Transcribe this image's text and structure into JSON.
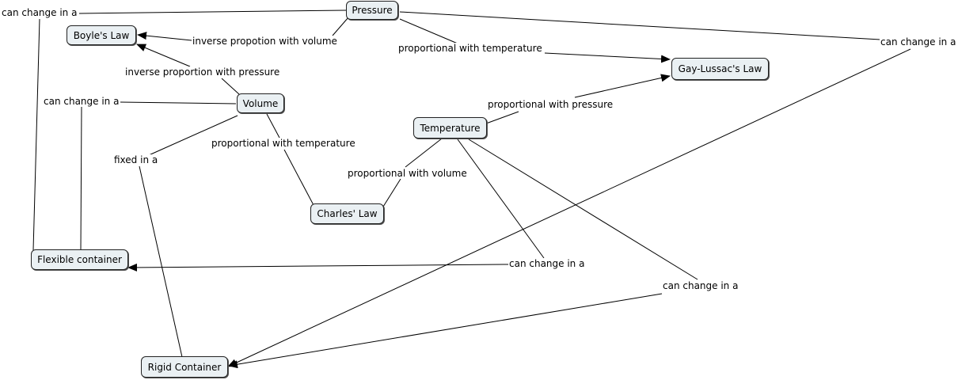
{
  "concepts": {
    "pressure": "Pressure",
    "boyles_law": "Boyle's Law",
    "gay_lussac_law": "Gay-Lussac's Law",
    "volume": "Volume",
    "temperature": "Temperature",
    "charles_law": "Charles' Law",
    "flexible_container": "Flexible container",
    "rigid_container": "Rigid Container"
  },
  "links": {
    "pressure_can_change_left": "can change in a",
    "pressure_inverse_volume": "inverse propotion with volume",
    "pressure_prop_temperature": "proportional with temperature",
    "pressure_can_change_right": "can change in a",
    "volume_inverse_pressure": "inverse proportion with pressure",
    "volume_can_change": "can change in a",
    "volume_fixed_in": "fixed in a",
    "volume_prop_temperature": "proportional with temperature",
    "temperature_prop_pressure": "proportional with pressure",
    "temperature_prop_volume": "proportional with volume",
    "temperature_can_change_flexible": "can change in a",
    "temperature_can_change_rigid": "can change in a"
  },
  "colors": {
    "node_fill": "#eaf0f3",
    "line": "#000000"
  }
}
